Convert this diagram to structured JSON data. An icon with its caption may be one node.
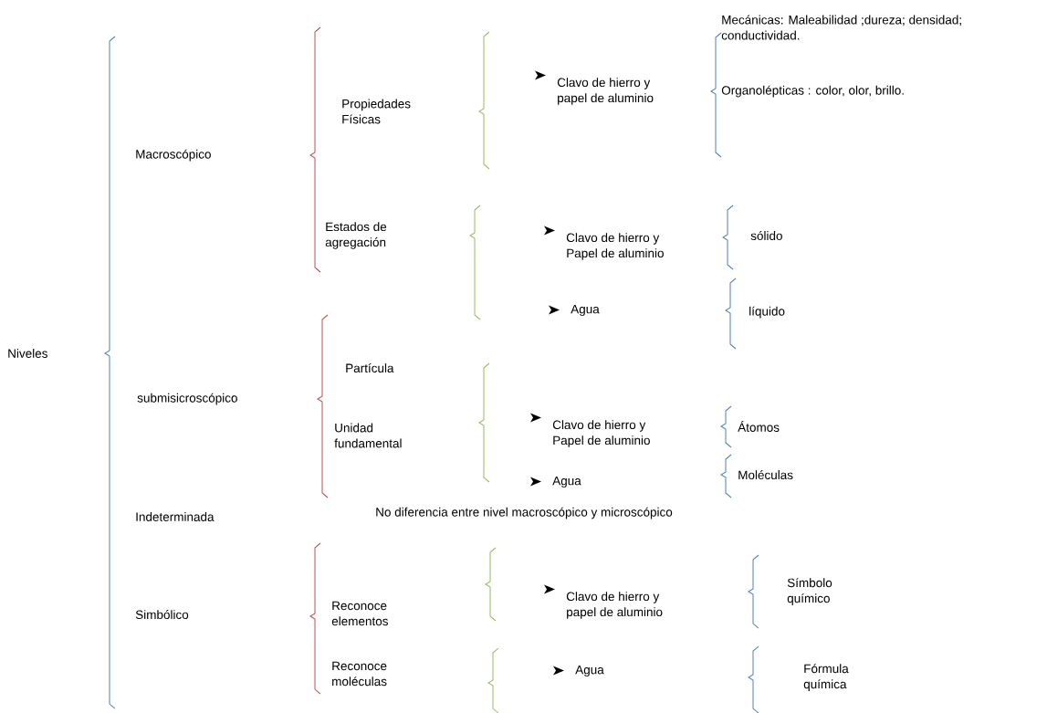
{
  "diagram": {
    "nodes": [
      {
        "text": [
          "Niveles"
        ]
      },
      {
        "text": [
          "Macroscópico"
        ]
      },
      {
        "text": [
          "Propiedades Físicas"
        ]
      },
      {
        "text": [
          "Clavo de hierro y papel de aluminio"
        ]
      },
      {
        "text": [
          "Mecánicas: Maleabilidad ;dureza; densidad; conductividad."
        ]
      },
      {
        "text": [
          "Organolépticas : color, olor, brillo."
        ]
      },
      {
        "text": [
          "Estados de agregación"
        ]
      },
      {
        "text": [
          "Clavo de hierro y Papel de aluminio"
        ]
      },
      {
        "text": [
          "Agua"
        ]
      },
      {
        "text": [
          "sólido"
        ]
      },
      {
        "text": [
          "líquido"
        ]
      },
      {
        "text": [
          "submisicroscópico"
        ]
      },
      {
        "text": [
          "Partícula"
        ]
      },
      {
        "text": [
          "Unidad fundamental"
        ]
      },
      {
        "text": [
          "Clavo de hierro y Papel de aluminio"
        ]
      },
      {
        "text": [
          "Agua"
        ]
      },
      {
        "text": [
          "Átomos"
        ]
      },
      {
        "text": [
          "Moléculas"
        ]
      },
      {
        "text": [
          "Indeterminada"
        ]
      },
      {
        "text": [
          "Simbólico"
        ]
      },
      {
        "text": [
          "Reconoce elementos"
        ]
      },
      {
        "text": [
          "Clavo de hierro y papel de aluminio"
        ]
      },
      {
        "text": [
          "Símbolo químico"
        ]
      },
      {
        "text": [
          "Reconoce moléculas"
        ]
      },
      {
        "text": [
          "Agua"
        ]
      },
      {
        "text": [
          "Fórmula química"
        ]
      }
    ],
    "labels": [
      "No diferencia entre nivel macroscópico y microscópico"
    ]
  }
}
